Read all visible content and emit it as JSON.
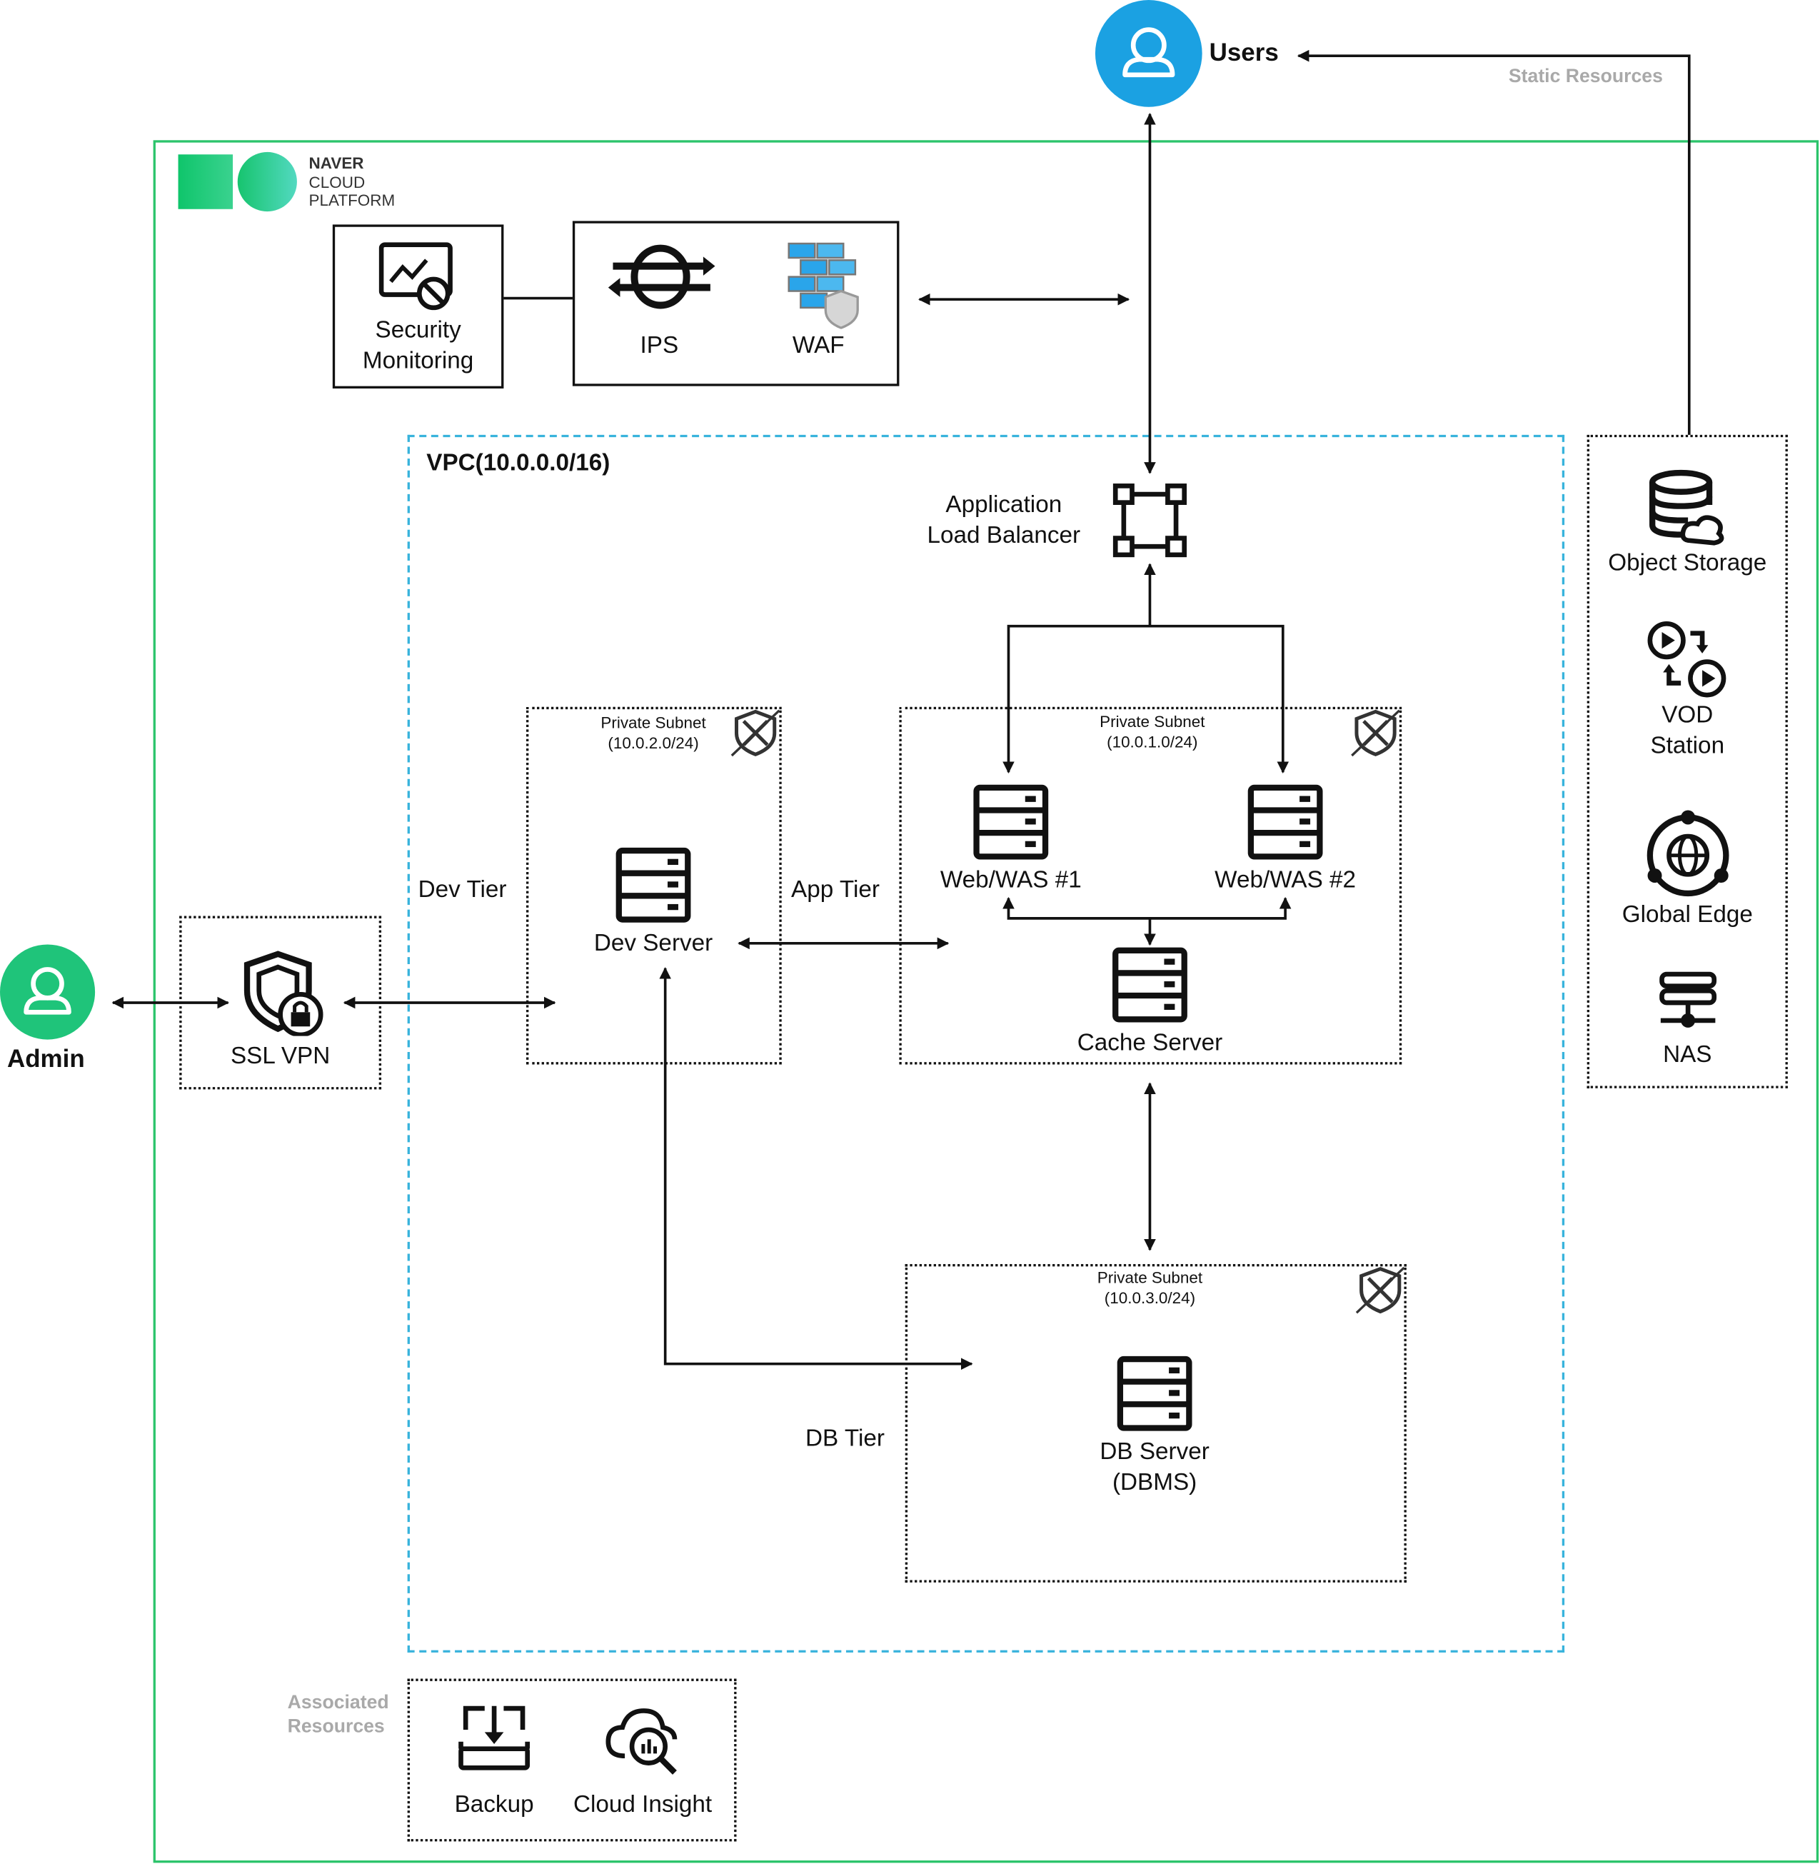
{
  "external": {
    "users_label": "Users",
    "admin_label": "Admin",
    "static_resources_label": "Static Resources"
  },
  "brand": {
    "line1": "NAVER",
    "line2": "CLOUD",
    "line3": "PLATFORM"
  },
  "security": {
    "monitoring_line1": "Security",
    "monitoring_line2": "Monitoring",
    "ips_label": "IPS",
    "waf_label": "WAF"
  },
  "vpc": {
    "label": "VPC(10.0.0.0/16)",
    "alb_line1": "Application",
    "alb_line2": "Load Balancer"
  },
  "tiers": {
    "dev_tier": "Dev Tier",
    "app_tier": "App Tier",
    "db_tier": "DB Tier"
  },
  "subnets": {
    "dev": {
      "line1": "Private Subnet",
      "line2": "(10.0.2.0/24)"
    },
    "app": {
      "line1": "Private Subnet",
      "line2": "(10.0.1.0/24)"
    },
    "db": {
      "line1": "Private Subnet",
      "line2": "(10.0.3.0/24)"
    }
  },
  "servers": {
    "dev_server": "Dev Server",
    "web_was_1": "Web/WAS #1",
    "web_was_2": "Web/WAS #2",
    "cache_server": "Cache Server",
    "db_server_line1": "DB Server",
    "db_server_line2": "(DBMS)"
  },
  "ssl_vpn_label": "SSL VPN",
  "static_resources": {
    "object_storage": "Object Storage",
    "vod_line1": "VOD",
    "vod_line2": "Station",
    "global_edge": "Global Edge",
    "nas": "NAS"
  },
  "associated": {
    "label_line1": "Associated",
    "label_line2": "Resources",
    "backup": "Backup",
    "cloud_insight": "Cloud Insight"
  },
  "colors": {
    "brand_green": "#2cc46b",
    "vpc_blue": "#38b3dc",
    "users_blue": "#1ba1e2",
    "admin_green": "#1fc47a",
    "muted_grey": "#a9a9a9"
  }
}
